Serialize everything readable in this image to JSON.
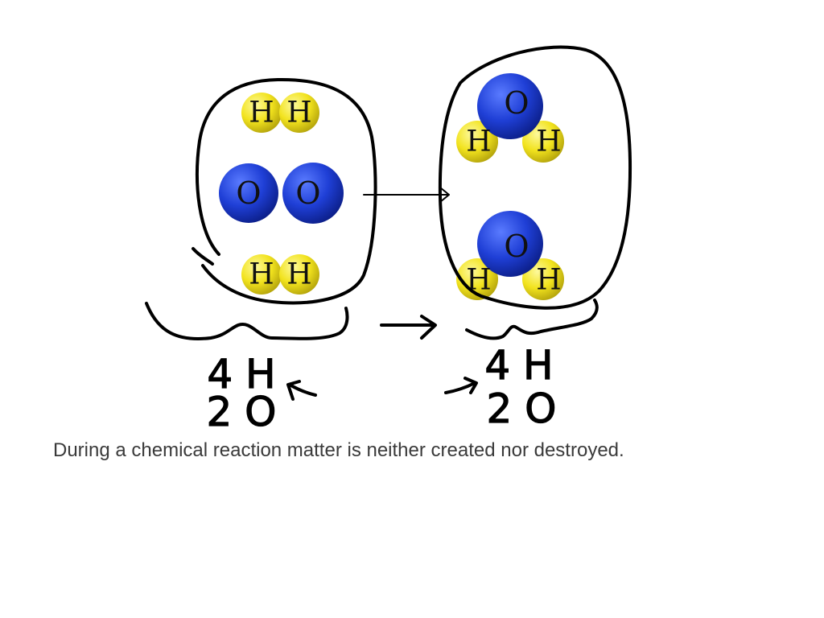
{
  "colors": {
    "hydrogen": "#f2e31e",
    "hydrogen_highlight": "#fdf99c",
    "hydrogen_shade": "#b5a50c",
    "oxygen": "#1f3fd6",
    "oxygen_highlight": "#5a7bff",
    "oxygen_shade": "#0c1f8a",
    "ink": "#000000",
    "caption_text": "#3a3a3a"
  },
  "atoms": {
    "hydrogen_symbol": "H",
    "oxygen_symbol": "O"
  },
  "reactants": {
    "count_hydrogen": "4 H",
    "count_oxygen": "2 O"
  },
  "products": {
    "count_hydrogen": "4 H",
    "count_oxygen": "2 O"
  },
  "caption": "During a chemical reaction matter is neither created nor destroyed."
}
